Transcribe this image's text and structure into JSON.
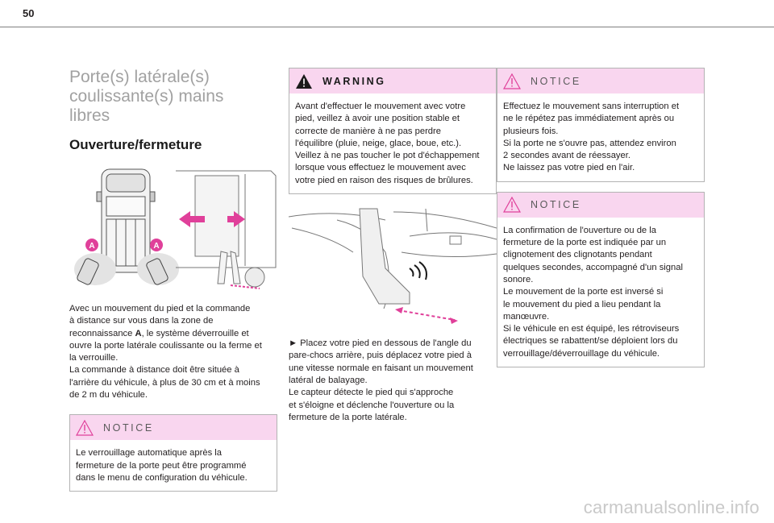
{
  "page": {
    "number": "50",
    "watermark": "carmanualsonline.info"
  },
  "col1": {
    "section_title": "Porte(s) latérale(s)\ncoulissante(s) mains\nlibres",
    "subsection_title": "Ouverture/fermeture",
    "figure_markers": [
      "A",
      "A"
    ],
    "para_before": "Avec un mouvement du pied et la commande\nà distance sur vous dans la zone de\nreconnaissance ",
    "para_bold": "A",
    "para_after": ", le système déverrouille et\nouvre la porte latérale coulissante ou la ferme et\nla verrouille.\nLa commande à distance doit être située à\nl'arrière du véhicule, à plus de 30 cm et à moins\nde 2 m du véhicule.",
    "notice": {
      "title": "NOTICE",
      "text": "Le verrouillage automatique après la\nfermeture de la porte peut être programmé\ndans le menu de configuration du véhicule."
    }
  },
  "col2": {
    "warning": {
      "title": "WARNING",
      "text": "Avant d'effectuer le mouvement avec votre\npied, veillez à avoir une position stable et\ncorrecte de manière à ne pas perdre\nl'équilibre (pluie, neige, glace, boue, etc.).\nVeillez à ne pas toucher le pot d'échappement\nlorsque vous effectuez le mouvement avec\nvotre pied en raison des risques de brûlures."
    },
    "instruction": "►  Placez votre pied en dessous de l'angle du\npare-chocs arrière, puis déplacez votre pied à\nune vitesse normale en faisant un mouvement\nlatéral de balayage.\nLe capteur détecte le pied qui s'approche\net s'éloigne et déclenche l'ouverture ou la\nfermeture de la porte latérale."
  },
  "col3": {
    "notice1": {
      "title": "NOTICE",
      "text": "Effectuez le mouvement sans interruption et\nne le répétez pas immédiatement après ou\nplusieurs fois.\nSi la porte ne s'ouvre pas, attendez environ\n2 secondes avant de réessayer.\nNe laissez pas votre pied en l'air."
    },
    "notice2": {
      "title": "NOTICE",
      "text": "La confirmation de l'ouverture ou de la\nfermeture de la porte est indiquée par un\nclignotement des clignotants pendant\nquelques secondes, accompagné d'un signal\nsonore.\nLe mouvement de la porte est inversé si\nle mouvement du pied a lieu pendant la\nmanœuvre.\nSi le véhicule en est équipé, les rétroviseurs\nélectriques se rabattent/se déploient lors du\nverrouillage/déverrouillage du véhicule."
    }
  },
  "colors": {
    "pink_header": "#f9d6ef",
    "accent_magenta": "#e0409a",
    "rule": "#7f7f7f"
  }
}
